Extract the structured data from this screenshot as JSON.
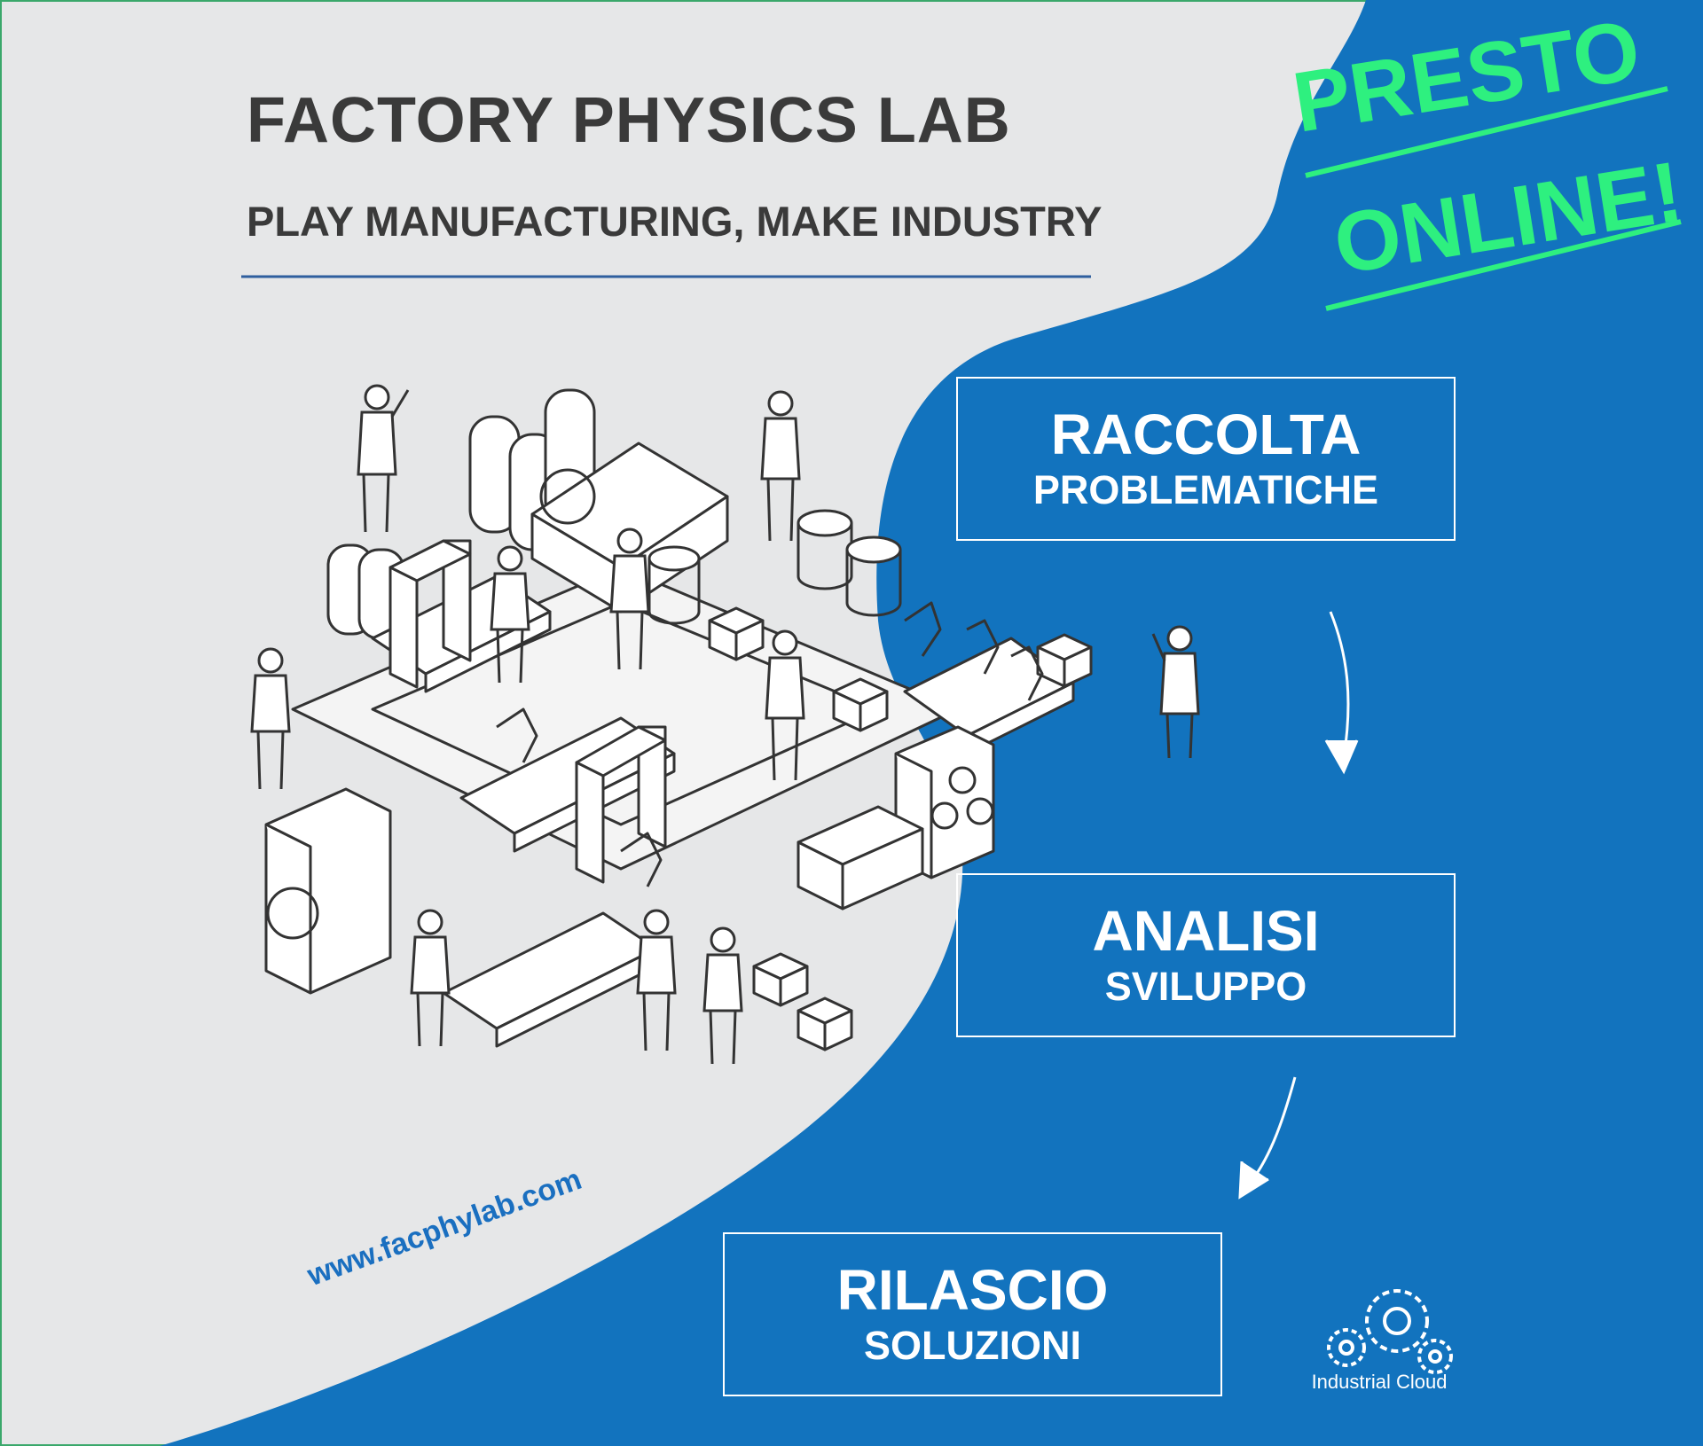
{
  "header": {
    "title": "FACTORY PHYSICS LAB",
    "subtitle": "PLAY MANUFACTURING, MAKE INDUSTRY"
  },
  "stamp": {
    "line1": "PRESTO",
    "line2": "ONLINE!",
    "color": "#2ef07f"
  },
  "steps": [
    {
      "title": "RACCOLTA",
      "subtitle": "PROBLEMATICHE"
    },
    {
      "title": "ANALISI",
      "subtitle": "SVILUPPO"
    },
    {
      "title": "RILASCIO",
      "subtitle": "SOLUZIONI"
    }
  ],
  "website": "www.facphylab.com",
  "logo": {
    "label": "Industrial Cloud",
    "icon": "gears-icon"
  },
  "colors": {
    "background": "#e6e7e8",
    "blue": "#1273be",
    "accent_green": "#2ef07f",
    "text": "#3a3a3a"
  }
}
